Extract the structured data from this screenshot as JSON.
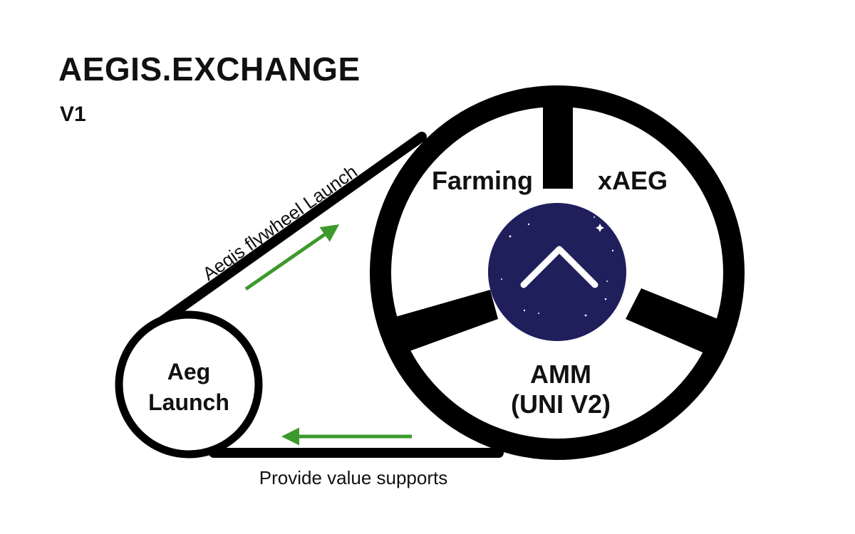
{
  "header": {
    "title": "AEGIS.EXCHANGE",
    "version": "V1"
  },
  "flywheel": {
    "segments": {
      "farming": "Farming",
      "xaeg": "xAEG",
      "amm_line1": "AMM",
      "amm_line2": "(UNI V2)"
    },
    "hub_icon": "chevron-up-icon",
    "hub_color": "#1f1f5c"
  },
  "launch_wheel": {
    "line1": "Aeg",
    "line2": "Launch"
  },
  "belt": {
    "top_label": "Aegis flywheel Launch",
    "bottom_label": "Provide value supports"
  },
  "colors": {
    "ink": "#000000",
    "arrow": "#3c9a2c",
    "hub": "#1f1f5c",
    "background": "#ffffff"
  }
}
